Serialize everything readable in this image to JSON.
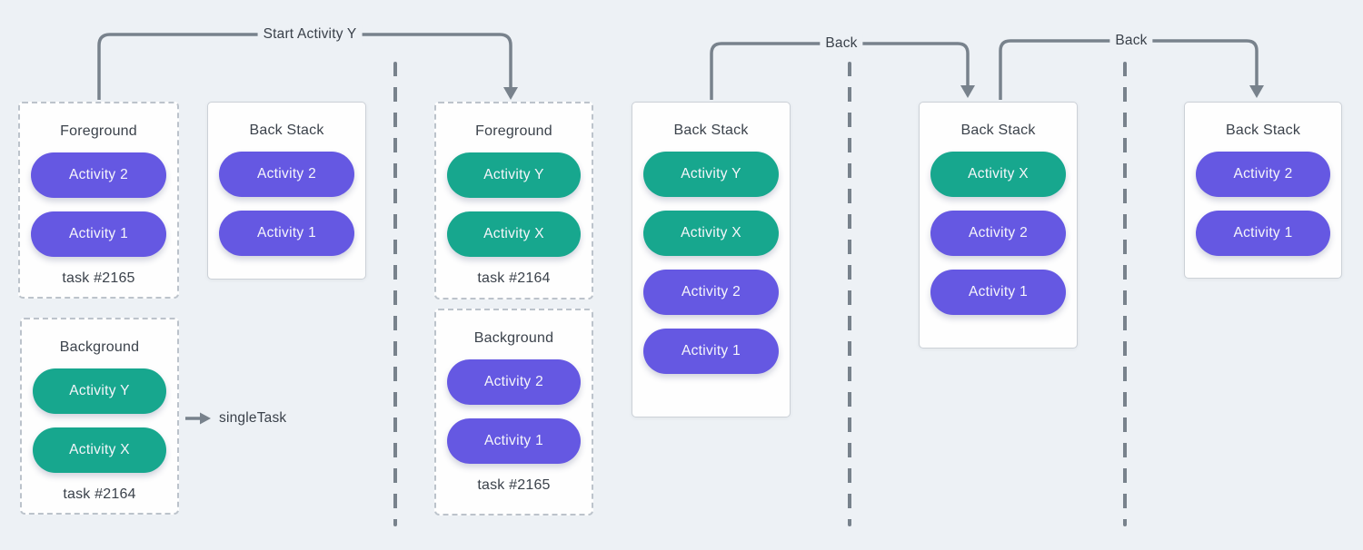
{
  "colors": {
    "purple": "#6558e2",
    "teal": "#17a78e",
    "arrow": "#78828c",
    "page_background": "#edf1f5",
    "panel_background": "#fefefe",
    "text": "#3b424b"
  },
  "arrows": {
    "start_activity_y": {
      "label": "Start Activity Y"
    },
    "back_1": {
      "label": "Back"
    },
    "back_2": {
      "label": "Back"
    },
    "single_task": {
      "label": "singleTask"
    }
  },
  "panels": {
    "fg1": {
      "title": "Foreground",
      "pills": [
        {
          "label": "Activity 2",
          "color": "purple"
        },
        {
          "label": "Activity 1",
          "color": "purple"
        }
      ],
      "task": "task #2165"
    },
    "bs1": {
      "title": "Back Stack",
      "pills": [
        {
          "label": "Activity 2",
          "color": "purple"
        },
        {
          "label": "Activity 1",
          "color": "purple"
        }
      ]
    },
    "bg1": {
      "title": "Background",
      "pills": [
        {
          "label": "Activity Y",
          "color": "teal"
        },
        {
          "label": "Activity X",
          "color": "teal"
        }
      ],
      "task": "task #2164"
    },
    "fg2": {
      "title": "Foreground",
      "pills": [
        {
          "label": "Activity Y",
          "color": "teal"
        },
        {
          "label": "Activity X",
          "color": "teal"
        }
      ],
      "task": "task #2164"
    },
    "bg2": {
      "title": "Background",
      "pills": [
        {
          "label": "Activity 2",
          "color": "purple"
        },
        {
          "label": "Activity 1",
          "color": "purple"
        }
      ],
      "task": "task #2165"
    },
    "bs2": {
      "title": "Back Stack",
      "pills": [
        {
          "label": "Activity Y",
          "color": "teal"
        },
        {
          "label": "Activity X",
          "color": "teal"
        },
        {
          "label": "Activity 2",
          "color": "purple"
        },
        {
          "label": "Activity 1",
          "color": "purple"
        }
      ]
    },
    "bs3": {
      "title": "Back Stack",
      "pills": [
        {
          "label": "Activity X",
          "color": "teal"
        },
        {
          "label": "Activity 2",
          "color": "purple"
        },
        {
          "label": "Activity 1",
          "color": "purple"
        }
      ]
    },
    "bs4": {
      "title": "Back Stack",
      "pills": [
        {
          "label": "Activity 2",
          "color": "purple"
        },
        {
          "label": "Activity 1",
          "color": "purple"
        }
      ]
    }
  }
}
